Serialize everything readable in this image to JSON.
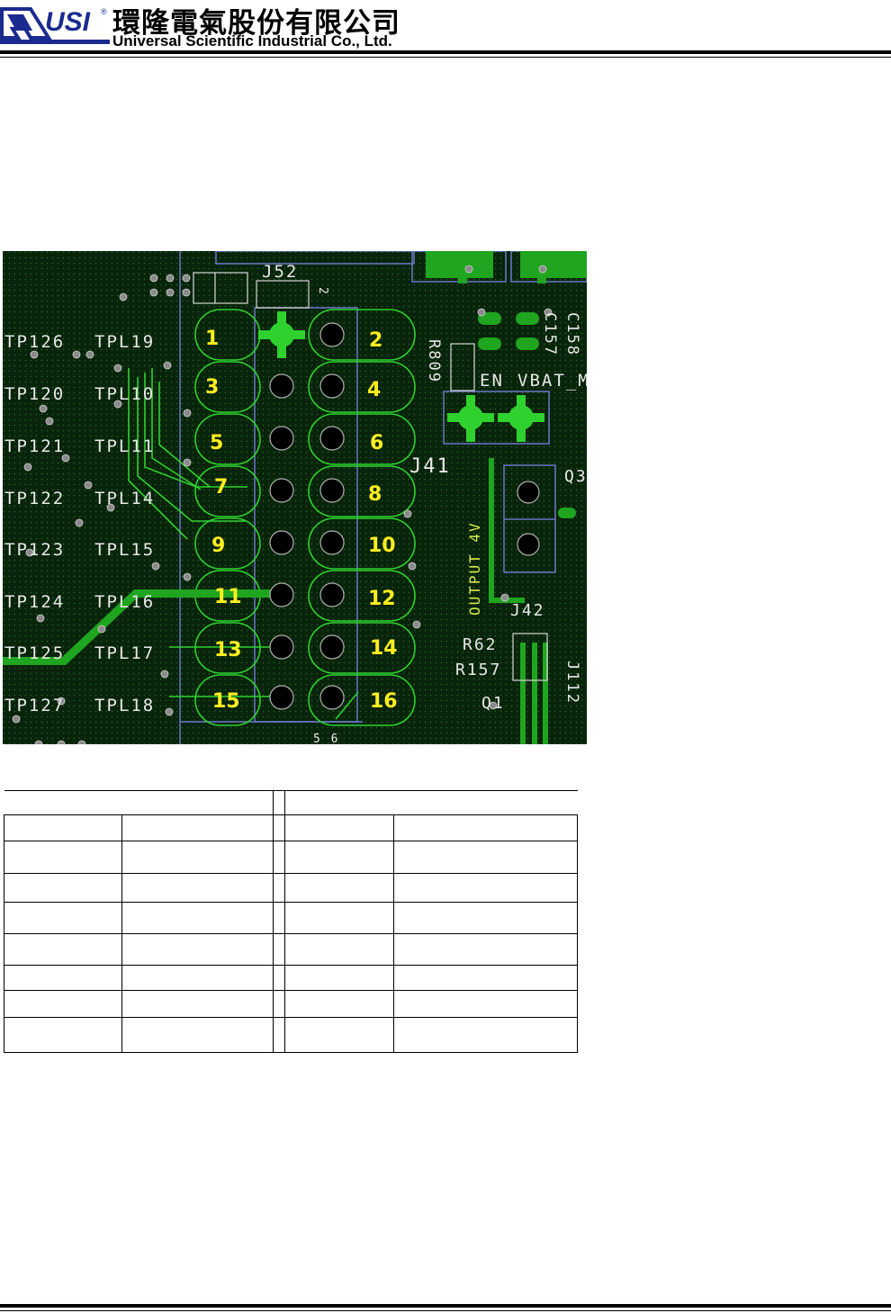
{
  "header": {
    "logo_text": "USI",
    "logo_mark": "®",
    "company_name_cn": "環隆電氣股份有限公司",
    "company_name_en": "Universal Scientific Industrial Co., Ltd."
  },
  "pcb": {
    "connector_label": "J52",
    "connector_pin_marker": "2",
    "pins": [
      "1",
      "2",
      "3",
      "4",
      "5",
      "6",
      "7",
      "8",
      "9",
      "10",
      "11",
      "12",
      "13",
      "14",
      "15",
      "16"
    ],
    "testpoints": [
      "TP126",
      "TP120",
      "TP121",
      "TP122",
      "TP123",
      "TP124",
      "TP125",
      "TP127"
    ],
    "testpoints_right": [
      "TPL19",
      "TPL10",
      "TPL11",
      "TPL14",
      "TPL15",
      "TPL16",
      "TPL17",
      "TPL18"
    ],
    "silkscreen": {
      "r809": "R809",
      "en": "EN",
      "vbat": "VBAT_M",
      "c157": "C157",
      "c158": "C158",
      "j41": "J41",
      "output": "OUTPUT 4V",
      "q3": "Q3",
      "j42": "J42",
      "r62": "R62",
      "r157": "R157",
      "q1": "Q1",
      "j112": "J112",
      "bottom_marks": "5 6"
    }
  },
  "table": {
    "rows": [
      [
        "",
        "",
        "",
        "",
        ""
      ],
      [
        "",
        "",
        "",
        "",
        ""
      ],
      [
        "",
        "",
        "",
        "",
        ""
      ],
      [
        "",
        "",
        "",
        "",
        ""
      ],
      [
        "",
        "",
        "",
        "",
        ""
      ],
      [
        "",
        "",
        "",
        "",
        ""
      ],
      [
        "",
        "",
        "",
        "",
        ""
      ],
      [
        "",
        "",
        "",
        "",
        ""
      ],
      [
        "",
        "",
        "",
        "",
        ""
      ]
    ]
  }
}
